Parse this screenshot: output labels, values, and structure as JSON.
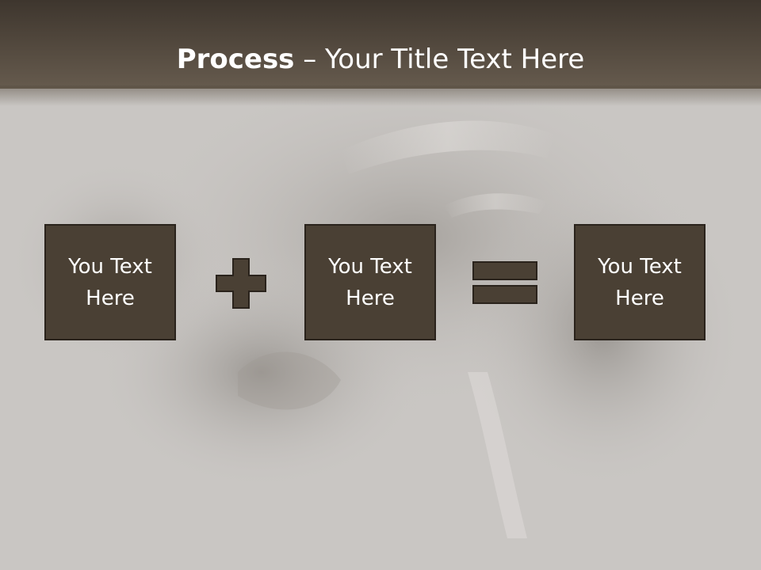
{
  "slide": {
    "title_bold": "Process",
    "title_rest": " – Your Title Text Here"
  },
  "process": {
    "boxes": [
      {
        "text": "You Text Here"
      },
      {
        "text": "You Text Here"
      },
      {
        "text": "You Text Here"
      }
    ],
    "operators": [
      "plus-icon",
      "equals-icon"
    ]
  },
  "colors": {
    "title_bar": "#4f463b",
    "background": "#c9c6c3",
    "box_fill": "#4a4034",
    "box_border": "#2a231c",
    "text": "#ffffff"
  }
}
